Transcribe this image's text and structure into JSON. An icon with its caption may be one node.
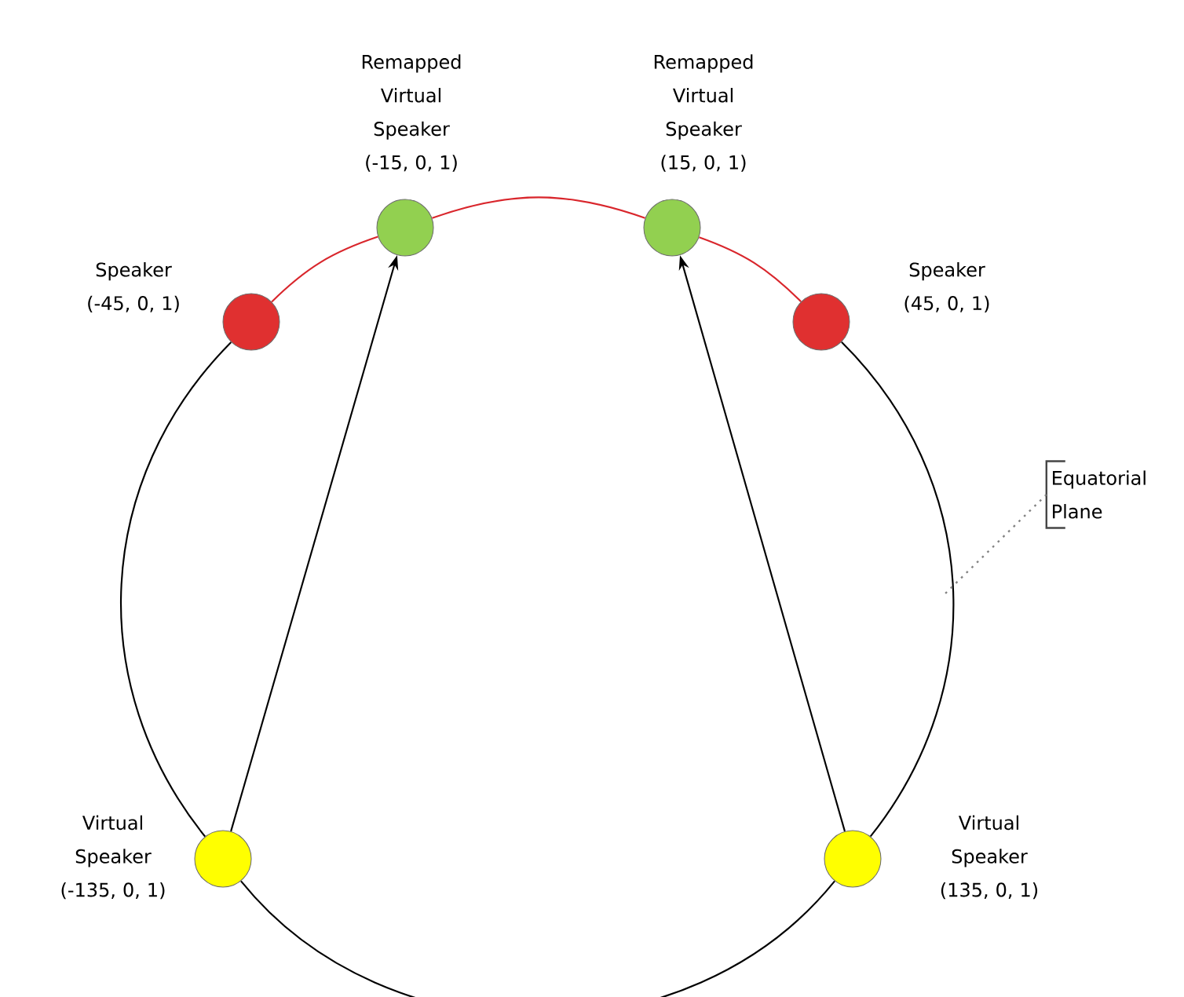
{
  "diagram": {
    "nodes": [
      {
        "text": [],
        "shape": "circle",
        "beside": [
          "Speaker (-45, 0, 1)"
        ]
      },
      {
        "text": [],
        "shape": "circle",
        "beside": [
          "Remapped Virtual Speaker (-15, 0, 1)"
        ]
      },
      {
        "text": [],
        "shape": "circle",
        "beside": [
          "Remapped Virtual Speaker (15, 0, 1)"
        ]
      },
      {
        "text": [],
        "shape": "circle",
        "beside": [
          "Speaker (45, 0, 1)"
        ]
      },
      {
        "text": [],
        "shape": "circle",
        "beside": [
          "Virtual Speaker (-135, 0, 1)"
        ]
      },
      {
        "text": [],
        "shape": "circle",
        "beside": [
          "Virtual Speaker (135, 0, 1)"
        ]
      },
      {
        "text": [
          "Equatorial Plane"
        ]
      }
    ],
    "edges": [
      {
        "from": 4,
        "to": 1,
        "arrow": "to"
      },
      {
        "from": 5,
        "to": 2,
        "arrow": "to"
      },
      {
        "from": 0,
        "to": 1,
        "arrow": "none",
        "color": "#d9262c"
      },
      {
        "from": 1,
        "to": 2,
        "arrow": "none",
        "color": "#d9262c"
      },
      {
        "from": 2,
        "to": 3,
        "arrow": "none",
        "color": "#d9262c"
      },
      {
        "from": 3,
        "to": 5,
        "arrow": "none"
      },
      {
        "from": 5,
        "to": 4,
        "arrow": "none"
      },
      {
        "from": 4,
        "to": 0,
        "arrow": "none"
      },
      {
        "from": 6,
        "to": null,
        "arrow": "none",
        "style": "dashed",
        "color": "#828282"
      }
    ]
  }
}
